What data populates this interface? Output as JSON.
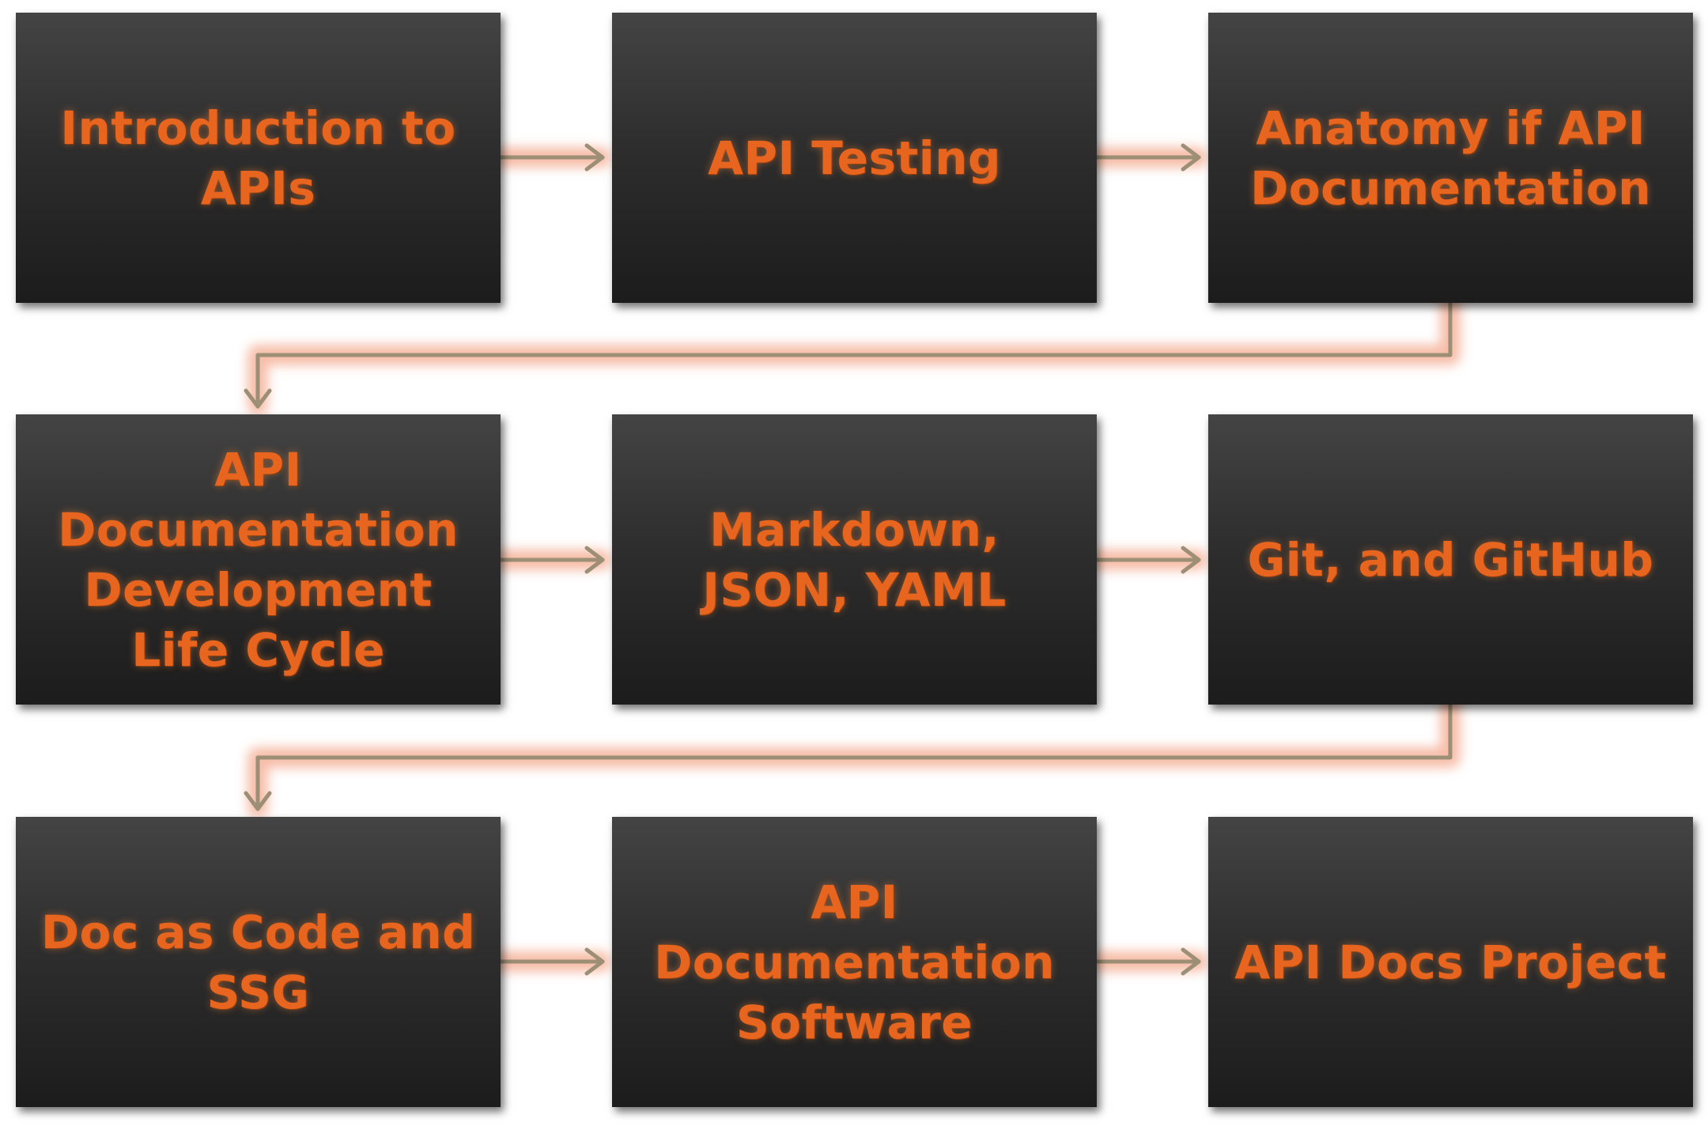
{
  "steps": [
    {
      "id": "step-1",
      "label": "Introduction to APIs"
    },
    {
      "id": "step-2",
      "label": "API Testing"
    },
    {
      "id": "step-3",
      "label": "Anatomy if API Documentation"
    },
    {
      "id": "step-4",
      "label": "API Documentation Development Life Cycle"
    },
    {
      "id": "step-5",
      "label": "Markdown, JSON, YAML"
    },
    {
      "id": "step-6",
      "label": "Git, and GitHub"
    },
    {
      "id": "step-7",
      "label": "Doc as Code and SSG"
    },
    {
      "id": "step-8",
      "label": "API Documentation Software"
    },
    {
      "id": "step-9",
      "label": "API Docs Project"
    }
  ],
  "flow": [
    [
      "step-1",
      "step-2"
    ],
    [
      "step-2",
      "step-3"
    ],
    [
      "step-3",
      "step-4"
    ],
    [
      "step-4",
      "step-5"
    ],
    [
      "step-5",
      "step-6"
    ],
    [
      "step-6",
      "step-7"
    ],
    [
      "step-7",
      "step-8"
    ],
    [
      "step-8",
      "step-9"
    ]
  ],
  "colors": {
    "box_top": "#444444",
    "box_bottom": "#1c1c1c",
    "label_text": "#e8651f",
    "arrow": "#9c8f76",
    "arrow_glow": "#f4a78c"
  }
}
